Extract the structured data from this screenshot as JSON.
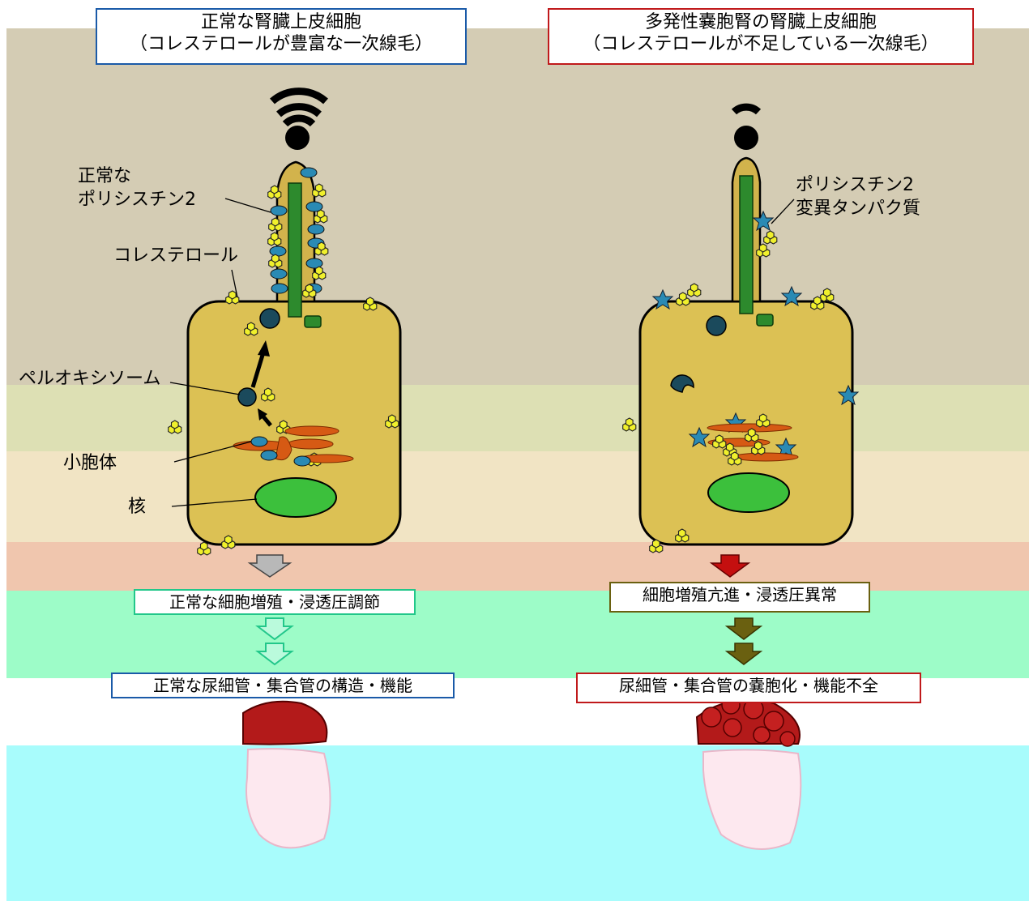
{
  "left": {
    "title_line1": "正常な腎臓上皮細胞",
    "title_line2": "（コレステロールが豊富な一次線毛）",
    "border_color": "#1a5aa8",
    "labels": {
      "polycystin": "正常な\nポリシスチン2",
      "cholesterol": "コレステロール",
      "peroxisome": "ペルオキシソーム",
      "er": "小胞体",
      "nucleus": "核"
    },
    "effect1": "正常な細胞増殖・浸透圧調節",
    "effect2": "正常な尿細管・集合管の構造・機能"
  },
  "right": {
    "title_line1": "多発性嚢胞腎の腎臓上皮細胞",
    "title_line2": "（コレステロールが不足している一次線毛）",
    "border_color": "#c0191b",
    "labels": {
      "mutant": "ポリシスチン2\n変異タンパク質"
    },
    "effect1": "細胞増殖亢進・浸透圧異常",
    "effect2": "尿細管・集合管の嚢胞化・機能不全"
  },
  "colors": {
    "band_top": "#d4ccb4",
    "band_olive": "#dde0b4",
    "band_cream": "#f1e4c4",
    "band_salmon": "#f0c6ae",
    "band_green": "#9dfcc8",
    "band_cyan": "#a8fcfc",
    "cell_fill": "#dcc154",
    "cilium_fill": "#d2b34c",
    "axoneme": "#2d8a2d",
    "nucleus": "#3cc03c",
    "er": "#d65a14",
    "cholesterol": "#f0f02c",
    "polycystin": "#2a8ab4",
    "kidney": "#b31a1a"
  }
}
